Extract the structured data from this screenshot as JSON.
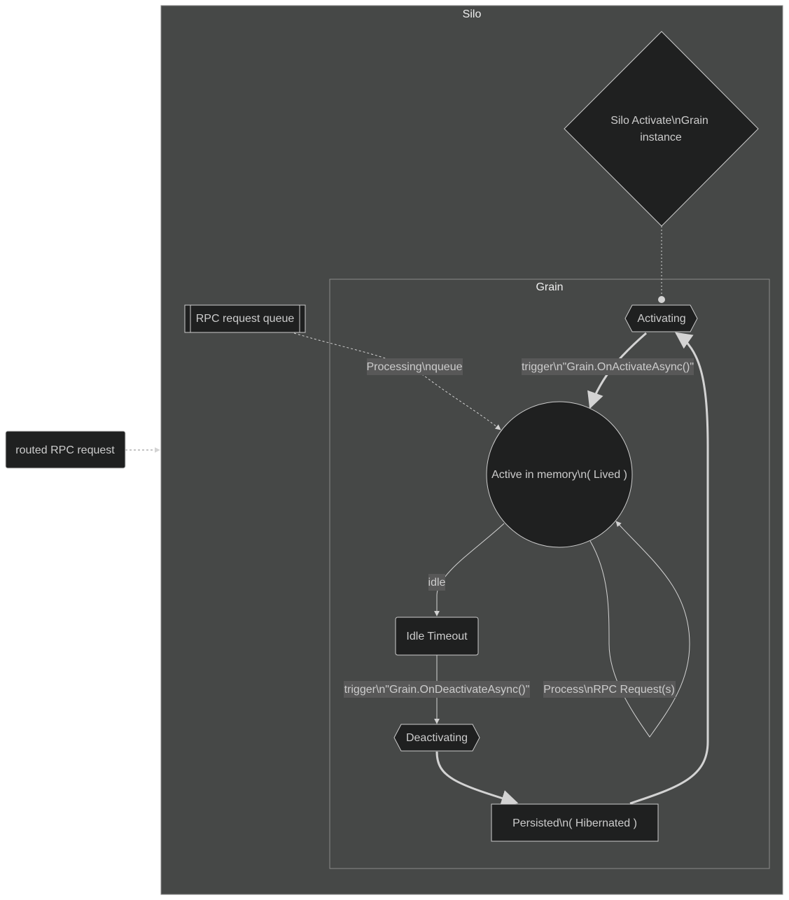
{
  "groups": {
    "silo": {
      "title": "Silo"
    },
    "grain": {
      "title": "Grain"
    }
  },
  "nodes": {
    "routed_rpc_request": "routed RPC request",
    "rpc_request_queue": "RPC request queue",
    "silo_activate_line1": "Silo Activate\\nGrain",
    "silo_activate_line2": "instance",
    "activating": "Activating",
    "active_in_memory": "Active in memory\\n( Lived )",
    "idle_timeout": "Idle Timeout",
    "deactivating": "Deactivating",
    "persisted": "Persisted\\n( Hibernated )"
  },
  "edges": {
    "processing_queue": "Processing\\nqueue",
    "on_activate": "trigger\\n\"Grain.OnActivateAsync()\"",
    "idle": "idle",
    "on_deactivate": "trigger\\n\"Grain.OnDeactivateAsync()\"",
    "process_rpc": "Process\\nRPC Request(s)"
  },
  "colors": {
    "cluster_fill": "#464847",
    "node_fill": "#1f2020",
    "node_stroke": "#cccccc",
    "edge": "#d3d3d3",
    "edge_label_bg": "#585858",
    "text": "#cccccc"
  }
}
